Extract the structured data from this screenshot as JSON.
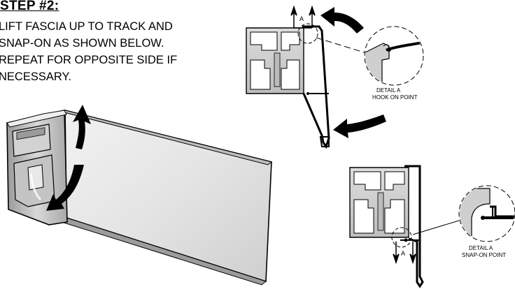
{
  "step": {
    "heading": "STEP #2:"
  },
  "instructions": {
    "lines": [
      "LIFT FASCIA UP TO TRACK AND",
      "SNAP-ON AS SHOWN BELOW.",
      "REPEAT FOR OPPOSITE SIDE IF",
      "NECESSARY."
    ]
  },
  "detail_top": {
    "section_marker": "A",
    "caption_line1": "DETAIL  A",
    "caption_line2": "HOOK ON POINT"
  },
  "detail_bottom": {
    "section_marker": "A",
    "caption_line1": "DETAIL  A",
    "caption_line2": "SNAP-ON POINT"
  },
  "colors": {
    "ink": "#000000",
    "aluminum_light": "#d6d6d6",
    "aluminum_mid": "#b0b0b0",
    "aluminum_dark": "#8a8a8a",
    "fascia_face": "#e2e2e2"
  }
}
